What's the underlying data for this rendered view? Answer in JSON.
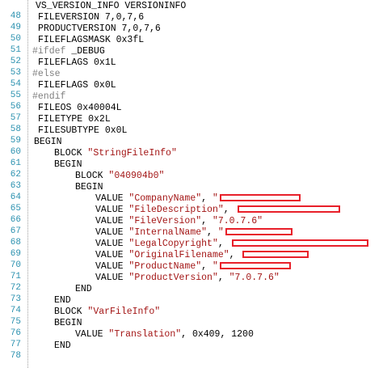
{
  "editor": {
    "colors": {
      "line_number": "#2b91af",
      "keyword": "#000000",
      "string": "#a31515",
      "preprocessor": "#808080",
      "redaction": "#e8202a"
    },
    "lines": [
      {
        "number": "48",
        "text": "VS_VERSION_INFO VERSIONINFO"
      },
      {
        "number": "49",
        "text": "FILEVERSION 7,0,7,6"
      },
      {
        "number": "50",
        "text": "PRODUCTVERSION 7,0,7,6"
      },
      {
        "number": "51",
        "text": "FILEFLAGSMASK 0x3fL"
      },
      {
        "number": "52",
        "directive": "#ifdef",
        "text": "_DEBUG"
      },
      {
        "number": "53",
        "text": "FILEFLAGS 0x1L"
      },
      {
        "number": "54",
        "directive": "#else"
      },
      {
        "number": "55",
        "text": "FILEFLAGS 0x0L"
      },
      {
        "number": "56",
        "directive": "#endif"
      },
      {
        "number": "57",
        "text": "FILEOS 0x40004L"
      },
      {
        "number": "58",
        "text": "FILETYPE 0x2L"
      },
      {
        "number": "59",
        "text": "FILESUBTYPE 0x0L"
      },
      {
        "number": "60",
        "text": "BEGIN"
      },
      {
        "number": "61",
        "keyword": "BLOCK",
        "string": "\"StringFileInfo\""
      },
      {
        "number": "62",
        "text": "BEGIN"
      },
      {
        "number": "63",
        "keyword": "BLOCK",
        "string": "\"040904b0\""
      },
      {
        "number": "64",
        "text": "BEGIN"
      },
      {
        "number": "65",
        "keyword": "VALUE",
        "string": "\"CompanyName\"",
        "sep": ",",
        "tail": "\""
      },
      {
        "number": "66",
        "keyword": "VALUE",
        "string": "\"FileDescription\"",
        "sep": ","
      },
      {
        "number": "67",
        "keyword": "VALUE",
        "string": "\"FileVersion\"",
        "sep": ",",
        "value": "\"7.0.7.6\""
      },
      {
        "number": "68",
        "keyword": "VALUE",
        "string": "\"InternalName\"",
        "sep": ",",
        "tail": "\""
      },
      {
        "number": "69",
        "keyword": "VALUE",
        "string": "\"LegalCopyright\"",
        "sep": ","
      },
      {
        "number": "70",
        "keyword": "VALUE",
        "string": "\"OriginalFilename\"",
        "sep": ","
      },
      {
        "number": "71",
        "keyword": "VALUE",
        "string": "\"ProductName\"",
        "sep": ",",
        "tail": "\""
      },
      {
        "number": "72",
        "keyword": "VALUE",
        "string": "\"ProductVersion\"",
        "sep": ",",
        "value": "\"7.0.7.6\""
      },
      {
        "number": "73",
        "text": "END"
      },
      {
        "number": "74",
        "text": "END"
      },
      {
        "number": "75",
        "keyword": "BLOCK",
        "string": "\"VarFileInfo\""
      },
      {
        "number": "76",
        "text": "BEGIN"
      },
      {
        "number": "77",
        "keyword": "VALUE",
        "string": "\"Translation\"",
        "sep": ", 0x409, 1200"
      },
      {
        "number": "78",
        "text": "END"
      }
    ]
  }
}
